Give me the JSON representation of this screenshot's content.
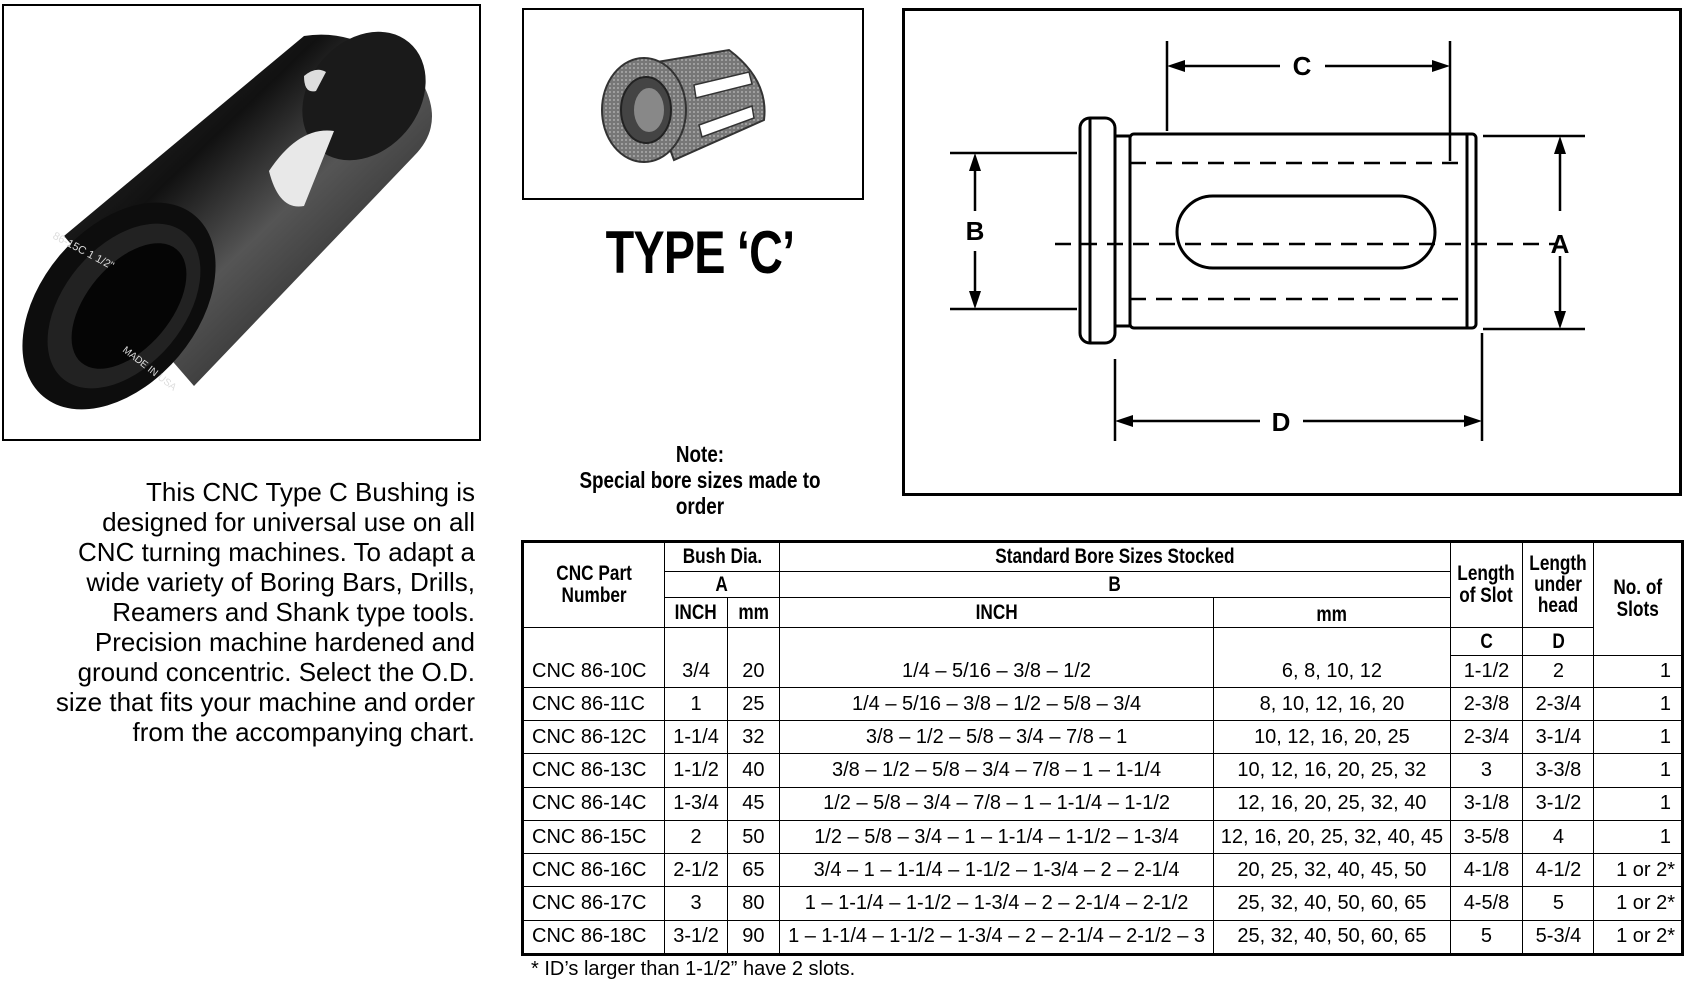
{
  "product": {
    "type_title": "TYPE ‘C’",
    "note_line1": "Note:",
    "note_line2": "Special bore sizes made to order",
    "photo_engraving_1": "86-15C 1 1/2\"",
    "photo_engraving_2": "MADE IN USA"
  },
  "description": [
    "This CNC Type C Bushing is",
    "designed for universal use on all",
    "CNC turning machines. To adapt a",
    "wide variety of Boring Bars, Drills,",
    "Reamers and Shank type tools.",
    "Precision machine hardened and",
    "ground concentric. Select  the O.D.",
    "size that fits your machine and order",
    "from the accompanying chart."
  ],
  "diagram": {
    "label_a": "A",
    "label_b": "B",
    "label_c": "C",
    "label_d": "D"
  },
  "table": {
    "h_part": [
      "CNC Part",
      "Number"
    ],
    "h_bush": "Bush Dia.",
    "h_bush_sub": "A",
    "h_bore": "Standard Bore Sizes Stocked",
    "h_bore_sub": "B",
    "h_slot_len": [
      "Length",
      "of Slot"
    ],
    "h_under_head": [
      "Length",
      "under",
      "head"
    ],
    "h_slots": [
      "No. of",
      "Slots"
    ],
    "h_inch": "INCH",
    "h_mm": "mm",
    "h_bore_inch": "INCH",
    "h_bore_mm": "mm",
    "h_c": "C",
    "h_d": "D",
    "rows": [
      {
        "part": "CNC 86-10C",
        "a_in": "3/4",
        "a_mm": "20",
        "b_in": "1/4 – 5/16 – 3/8 – 1/2",
        "b_mm": "6, 8, 10, 12",
        "c": "1-1/2",
        "d": "2",
        "slots": "1"
      },
      {
        "part": "CNC 86-11C",
        "a_in": "1",
        "a_mm": "25",
        "b_in": "1/4 – 5/16 – 3/8 – 1/2 – 5/8 – 3/4",
        "b_mm": "8, 10, 12, 16, 20",
        "c": "2-3/8",
        "d": "2-3/4",
        "slots": "1"
      },
      {
        "part": "CNC 86-12C",
        "a_in": "1-1/4",
        "a_mm": "32",
        "b_in": "3/8 – 1/2 – 5/8 – 3/4 – 7/8 – 1",
        "b_mm": "10, 12, 16, 20, 25",
        "c": "2-3/4",
        "d": "3-1/4",
        "slots": "1"
      },
      {
        "part": "CNC 86-13C",
        "a_in": "1-1/2",
        "a_mm": "40",
        "b_in": "3/8 – 1/2 – 5/8 – 3/4 – 7/8 – 1 – 1-1/4",
        "b_mm": "10, 12, 16, 20, 25, 32",
        "c": "3",
        "d": "3-3/8",
        "slots": "1"
      },
      {
        "part": "CNC 86-14C",
        "a_in": "1-3/4",
        "a_mm": "45",
        "b_in": "1/2 – 5/8 – 3/4 – 7/8 – 1 – 1-1/4 – 1-1/2",
        "b_mm": "12, 16, 20, 25, 32, 40",
        "c": "3-1/8",
        "d": "3-1/2",
        "slots": "1"
      },
      {
        "part": "CNC 86-15C",
        "a_in": "2",
        "a_mm": "50",
        "b_in": "1/2 – 5/8 – 3/4 – 1 – 1-1/4 – 1-1/2 – 1-3/4",
        "b_mm": "12, 16, 20, 25, 32, 40, 45",
        "c": "3-5/8",
        "d": "4",
        "slots": "1"
      },
      {
        "part": "CNC 86-16C",
        "a_in": "2-1/2",
        "a_mm": "65",
        "b_in": "3/4  – 1 – 1-1/4 – 1-1/2 – 1-3/4 – 2 – 2-1/4",
        "b_mm": "20, 25, 32, 40, 45, 50",
        "c": "4-1/8",
        "d": "4-1/2",
        "slots": "1 or 2*"
      },
      {
        "part": "CNC 86-17C",
        "a_in": "3",
        "a_mm": "80",
        "b_in": "1 – 1-1/4 – 1-1/2 – 1-3/4 – 2 – 2-1/4 – 2-1/2",
        "b_mm": "25, 32, 40, 50, 60, 65",
        "c": "4-5/8",
        "d": "5",
        "slots": "1 or 2*"
      },
      {
        "part": "CNC 86-18C",
        "a_in": "3-1/2",
        "a_mm": "90",
        "b_in": "1 – 1-1/4 – 1-1/2 – 1-3/4 – 2 – 2-1/4 – 2-1/2 – 3",
        "b_mm": "25, 32, 40, 50, 60, 65",
        "c": "5",
        "d": "5-3/4",
        "slots": "1 or 2*"
      }
    ]
  },
  "footnote": "* ID’s larger than 1-1/2” have 2 slots."
}
